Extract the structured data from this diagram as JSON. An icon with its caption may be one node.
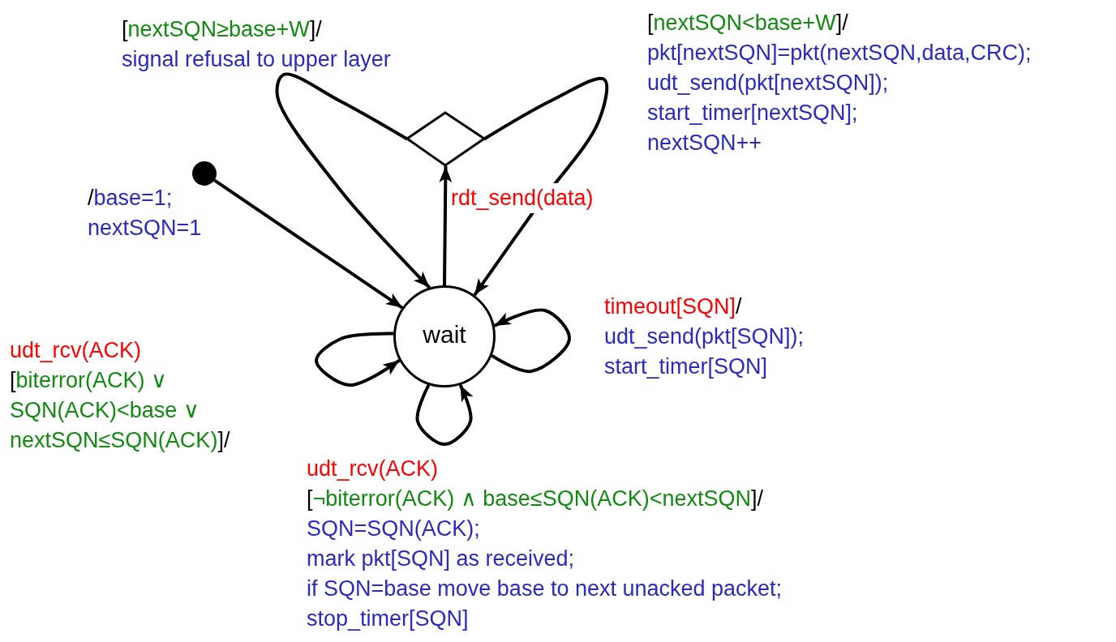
{
  "diagram": {
    "nodes": [
      {
        "text": [],
        "shape": "circle"
      },
      {
        "text": [
          "wait"
        ]
      },
      {
        "text": [],
        "shape": "diamond"
      }
    ],
    "edges": [
      {
        "from": 0,
        "to": 1,
        "arrow": "to",
        "label": "/base=1; nextSQN=1"
      },
      {
        "from": 1,
        "to": 2,
        "arrow": "to",
        "label": "rdt_send(data)"
      },
      {
        "from": 2,
        "to": 1,
        "arrow": "to",
        "label": "[nextSQN≥base+W]/ signal refusal to upper layer"
      },
      {
        "from": 2,
        "to": 1,
        "arrow": "to",
        "label": "[nextSQN<base+W]/ pkt[nextSQN]=pkt(nextSQN,data,CRC); udt_send(pkt[nextSQN]); start_timer[nextSQN]; nextSQN++"
      },
      {
        "from": 1,
        "to": 1,
        "arrow": "to",
        "label": "timeout[SQN]/ udt_send(pkt[SQN]); start_timer[SQN]"
      },
      {
        "from": 1,
        "to": 1,
        "arrow": "to",
        "label": "udt_rcv(ACK) [biterror(ACK) ∨ SQN(ACK)<base ∨ nextSQN≤SQN(ACK)]/"
      },
      {
        "from": 1,
        "to": 1,
        "arrow": "to",
        "label": "udt_rcv(ACK) [¬biterror(ACK) ∧ base≤SQN(ACK)<nextSQN]/ SQN=SQN(ACK); mark pkt[SQN] as received; if SQN=base move base to next unacked packet; stop_timer[SQN]"
      }
    ]
  }
}
